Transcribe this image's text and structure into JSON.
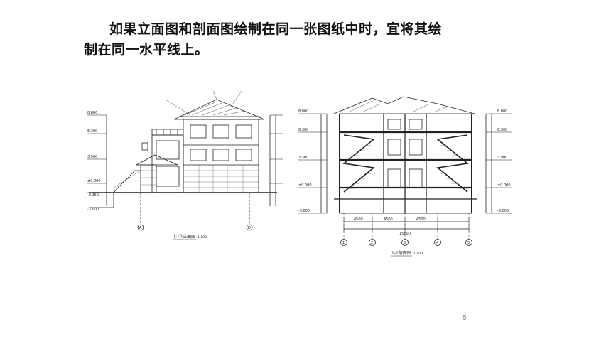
{
  "slide": {
    "title_line1": "如果立面图和剖面图绘制在同一张图纸中时，宜将其绘",
    "title_line2": "制在同一水平线上。",
    "page_number": "5"
  },
  "elevation": {
    "caption": "Ⓐ-Ⓓ立面图",
    "scale": "1:100",
    "axis_left": "A",
    "axis_right": "D",
    "levels": [
      "8.800",
      "6.300",
      "3.900",
      "±0.000",
      "-0.150",
      "-3.000"
    ]
  },
  "section": {
    "caption": "1-1剖面图",
    "scale": "1:100",
    "axis_labels": [
      "1",
      "2",
      "3",
      "4",
      "5"
    ],
    "dims": [
      "4500",
      "4500",
      "4500",
      "15600"
    ],
    "levels_left": [
      "8.800",
      "6.300",
      "3.300",
      "±0.000",
      "-3.000"
    ],
    "levels_right": [
      "8.800",
      "6.300",
      "3.900",
      "±0.000",
      "-3.000"
    ]
  }
}
